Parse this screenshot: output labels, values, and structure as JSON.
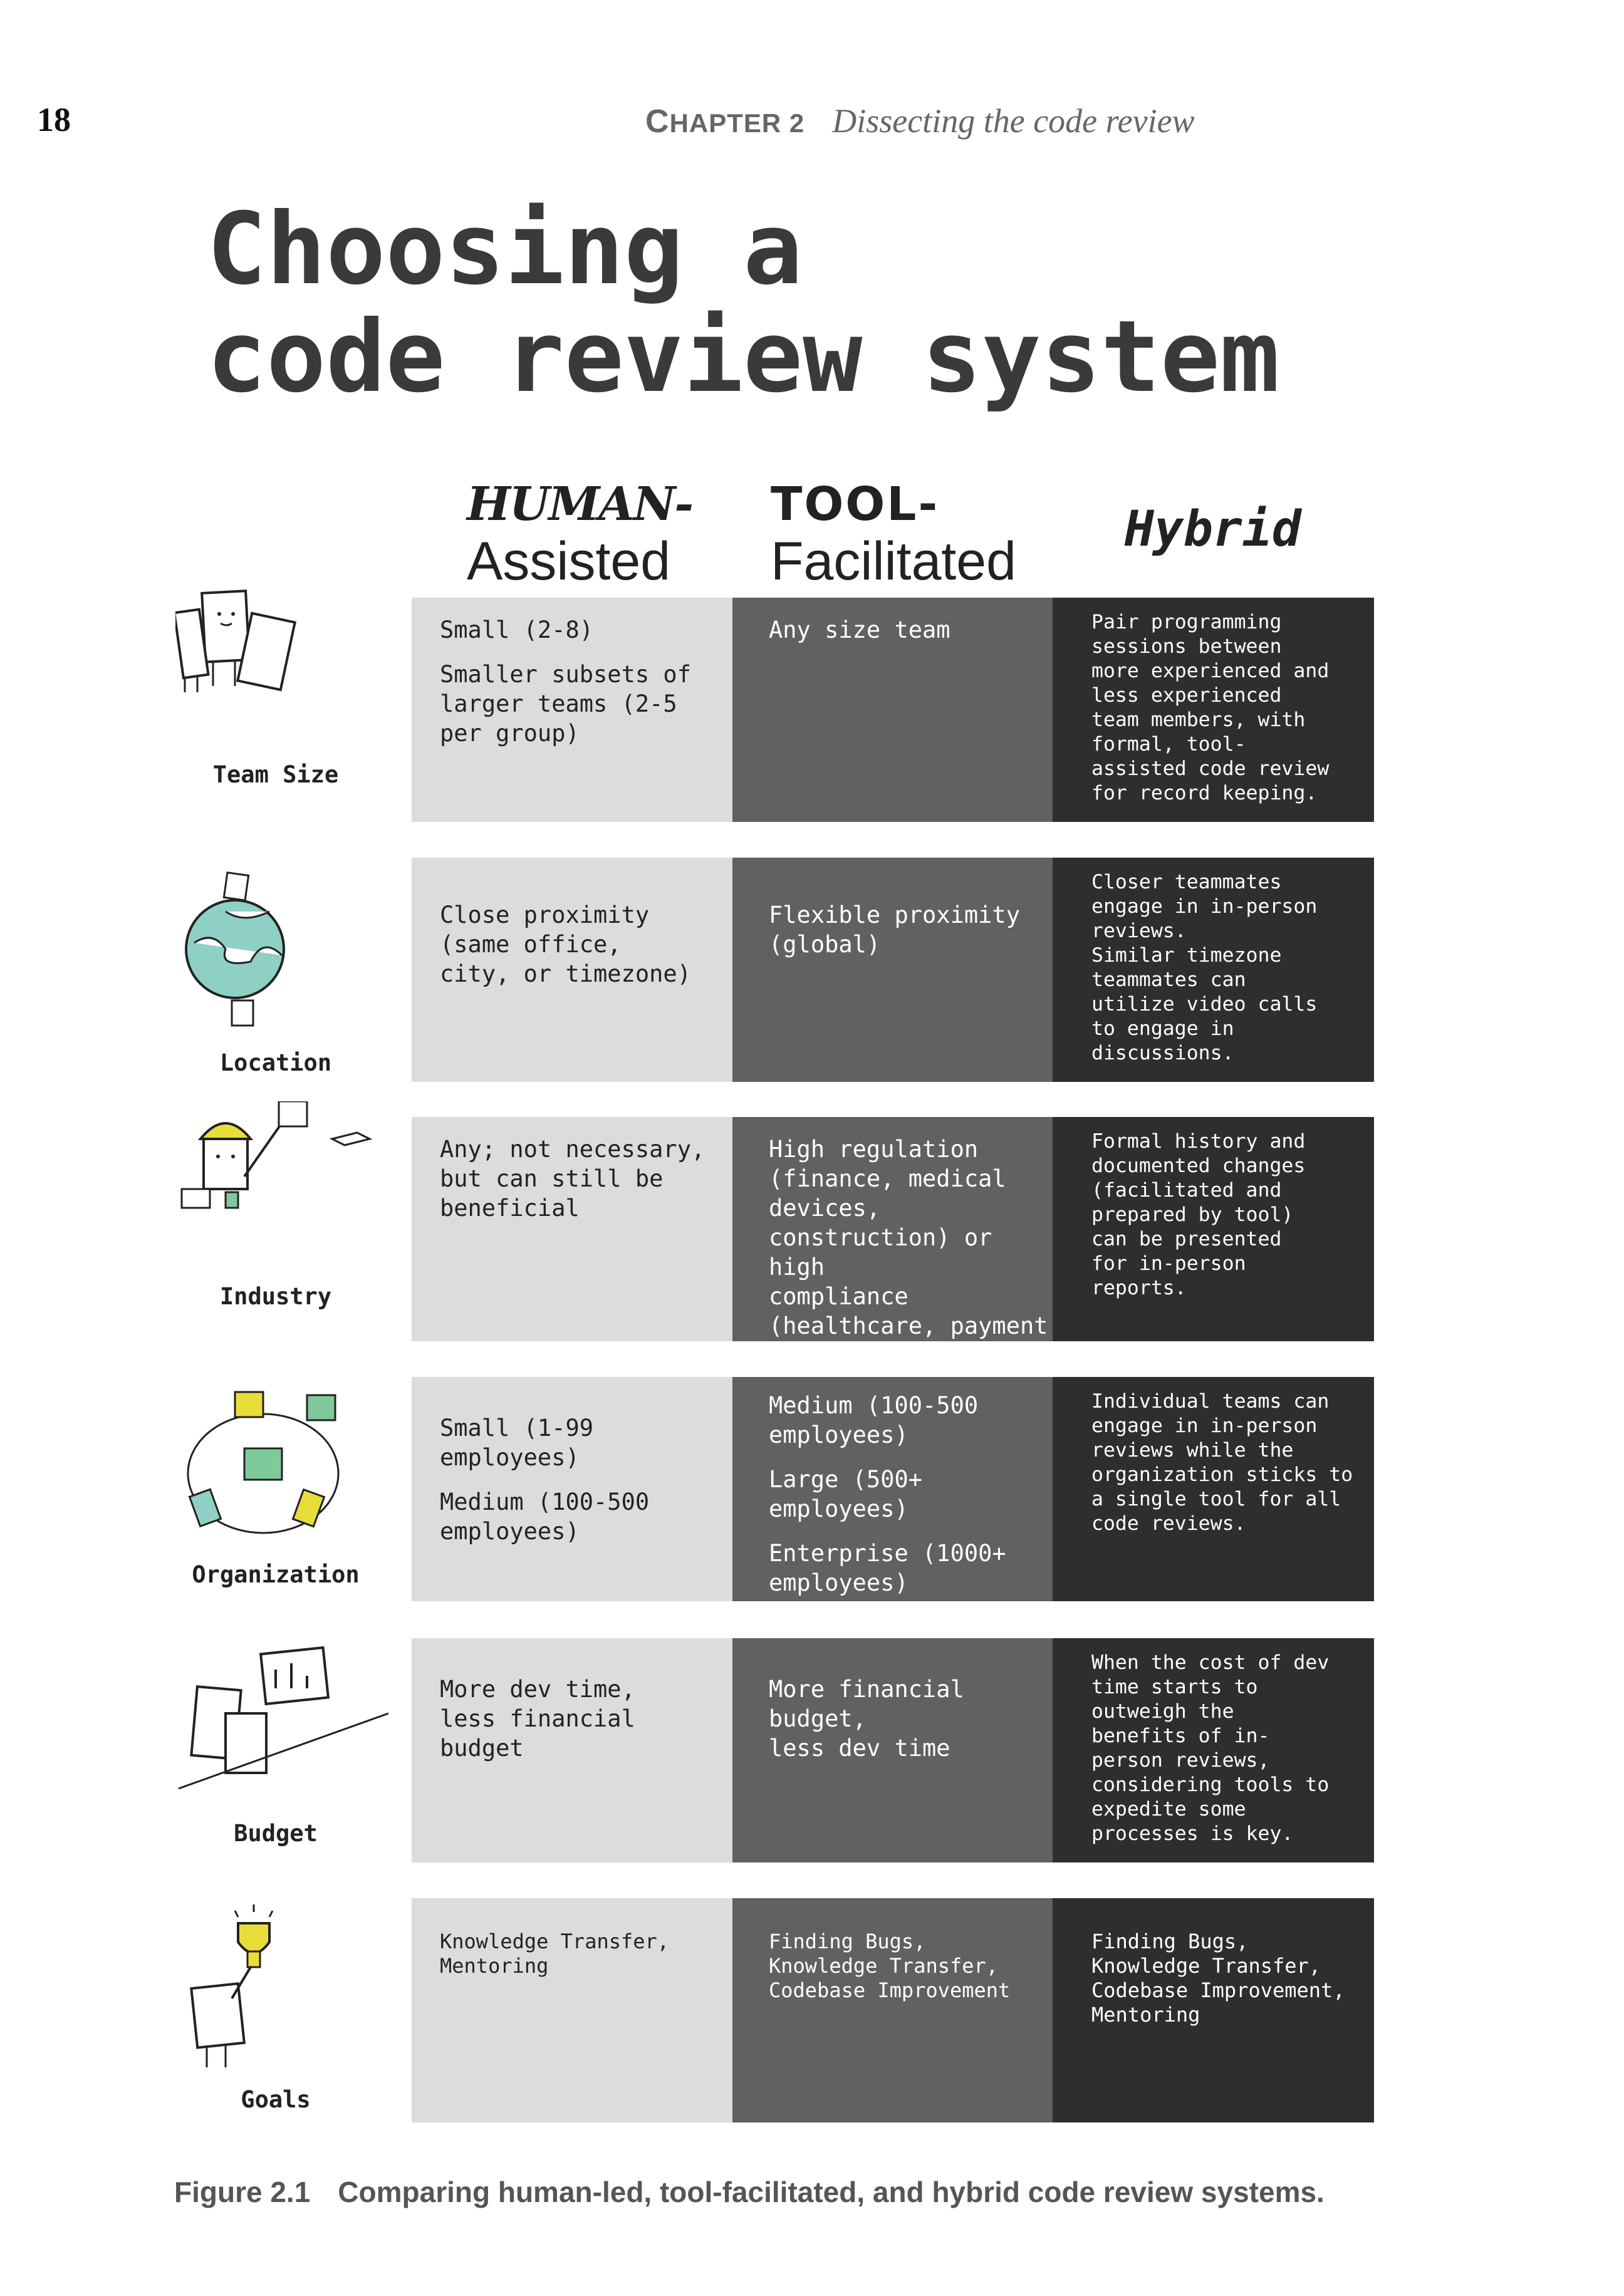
{
  "header": {
    "page_number": "18",
    "chapter_first": "C",
    "chapter_rest": "HAPTER 2",
    "chapter_title": "Dissecting the code review"
  },
  "title": "Choosing a\ncode review system",
  "columns": [
    {
      "top": "HUMAN-",
      "bottom": "Assisted"
    },
    {
      "top": "TOOL-",
      "bottom": "Facilitated"
    },
    {
      "top": "Hybrid"
    }
  ],
  "rows": [
    {
      "label": "Team Size",
      "icon": "team-icon",
      "cells": [
        [
          "Small (2-8)",
          "Smaller subsets of\nlarger teams (2-5\nper group)"
        ],
        [
          "Any size team"
        ],
        [
          "Pair programming\nsessions between\nmore experienced and\nless experienced\nteam members, with\nformal, tool-\nassisted code review\nfor record keeping."
        ]
      ]
    },
    {
      "label": "Location",
      "icon": "globe-icon",
      "cells": [
        [
          "Close proximity\n(same office,\ncity, or timezone)"
        ],
        [
          "Flexible proximity\n(global)"
        ],
        [
          "Closer teammates\nengage in in-person\nreviews.\nSimilar timezone\nteammates can\nutilize video calls\nto engage in\ndiscussions."
        ]
      ]
    },
    {
      "label": "Industry",
      "icon": "worker-icon",
      "cells": [
        [
          "Any; not necessary,\nbut can still be\nbeneficial"
        ],
        [
          "High regulation\n(finance, medical\ndevices,\nconstruction) or high\ncompliance\n(healthcare, payment\ncard, mining)"
        ],
        [
          "Formal history and\ndocumented changes\n(facilitated and\nprepared by tool)\ncan be presented\nfor in-person\nreports."
        ]
      ]
    },
    {
      "label": "Organization",
      "icon": "organization-icon",
      "cells": [
        [
          "Small (1-99\nemployees)",
          "Medium (100-500\nemployees)"
        ],
        [
          "Medium (100-500\nemployees)",
          "Large (500+ employees)",
          "Enterprise (1000+\nemployees)"
        ],
        [
          "Individual teams can\nengage in in-person\nreviews while the\norganization sticks to\na single tool for all\ncode reviews."
        ]
      ]
    },
    {
      "label": "Budget",
      "icon": "budget-icon",
      "cells": [
        [
          "More dev time,\nless financial\nbudget"
        ],
        [
          "More financial\nbudget,\nless dev time"
        ],
        [
          "When the cost of dev\ntime starts to\noutweigh the\nbenefits of in-\nperson reviews,\nconsidering tools to\nexpedite some\nprocesses is key."
        ]
      ]
    },
    {
      "label": "Goals",
      "icon": "trophy-icon",
      "cells": [
        [
          "Knowledge Transfer,\nMentoring"
        ],
        [
          "Finding Bugs,\nKnowledge Transfer,\nCodebase Improvement"
        ],
        [
          "Finding Bugs,\nKnowledge Transfer,\nCodebase Improvement,\nMentoring"
        ]
      ]
    }
  ],
  "caption": {
    "label": "Figure 2.1",
    "text": "Comparing human-led, tool-facilitated, and hybrid code review systems."
  },
  "colors": {
    "human": "#dcdcdc",
    "tool": "#606161",
    "hybrid": "#2e2e2e",
    "accent_yellow": "#e8de3a",
    "accent_teal": "#8fd0c4",
    "accent_green": "#7fc99a"
  }
}
